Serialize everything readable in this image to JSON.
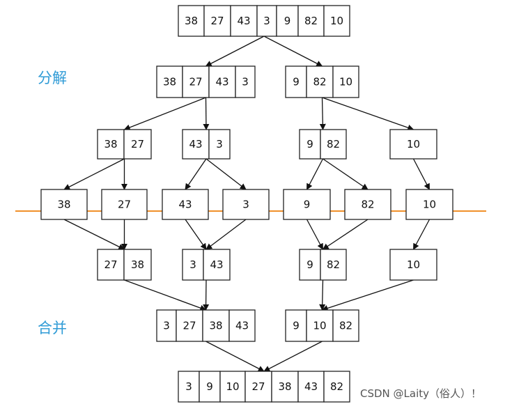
{
  "labels": {
    "split": "分解",
    "merge": "合并"
  },
  "watermark": "CSDN @Laity（俗人）！",
  "colors": {
    "divider": "#f0902a",
    "label": "#2f9bd6",
    "box_stroke": "#222222"
  },
  "nodes": [
    {
      "id": "r1",
      "values": [
        "38",
        "27",
        "43",
        "3",
        "9",
        "82",
        "10"
      ]
    },
    {
      "id": "s1a",
      "values": [
        "38",
        "27",
        "43",
        "3"
      ]
    },
    {
      "id": "s1b",
      "values": [
        "9",
        "82",
        "10"
      ]
    },
    {
      "id": "s2a",
      "values": [
        "38",
        "27"
      ]
    },
    {
      "id": "s2b",
      "values": [
        "43",
        "3"
      ]
    },
    {
      "id": "s2c",
      "values": [
        "9",
        "82"
      ]
    },
    {
      "id": "s2d",
      "values": [
        "10"
      ]
    },
    {
      "id": "l1",
      "values": [
        "38"
      ]
    },
    {
      "id": "l2",
      "values": [
        "27"
      ]
    },
    {
      "id": "l3",
      "values": [
        "43"
      ]
    },
    {
      "id": "l4",
      "values": [
        "3"
      ]
    },
    {
      "id": "l5",
      "values": [
        "9"
      ]
    },
    {
      "id": "l6",
      "values": [
        "82"
      ]
    },
    {
      "id": "l7",
      "values": [
        "10"
      ]
    },
    {
      "id": "m1a",
      "values": [
        "27",
        "38"
      ]
    },
    {
      "id": "m1b",
      "values": [
        "3",
        "43"
      ]
    },
    {
      "id": "m1c",
      "values": [
        "9",
        "82"
      ]
    },
    {
      "id": "m1d",
      "values": [
        "10"
      ]
    },
    {
      "id": "m2a",
      "values": [
        "3",
        "27",
        "38",
        "43"
      ]
    },
    {
      "id": "m2b",
      "values": [
        "9",
        "10",
        "82"
      ]
    },
    {
      "id": "root",
      "values": [
        "3",
        "9",
        "10",
        "27",
        "38",
        "43",
        "82"
      ]
    }
  ],
  "edges": [
    [
      "r1",
      "s1a"
    ],
    [
      "r1",
      "s1b"
    ],
    [
      "s1a",
      "s2a"
    ],
    [
      "s1a",
      "s2b"
    ],
    [
      "s1b",
      "s2c"
    ],
    [
      "s1b",
      "s2d"
    ],
    [
      "s2a",
      "l1"
    ],
    [
      "s2a",
      "l2"
    ],
    [
      "s2b",
      "l3"
    ],
    [
      "s2b",
      "l4"
    ],
    [
      "s2c",
      "l5"
    ],
    [
      "s2c",
      "l6"
    ],
    [
      "s2d",
      "l7"
    ],
    [
      "l1",
      "m1a"
    ],
    [
      "l2",
      "m1a"
    ],
    [
      "l3",
      "m1b"
    ],
    [
      "l4",
      "m1b"
    ],
    [
      "l5",
      "m1c"
    ],
    [
      "l6",
      "m1c"
    ],
    [
      "l7",
      "m1d"
    ],
    [
      "m1a",
      "m2a"
    ],
    [
      "m1b",
      "m2a"
    ],
    [
      "m1c",
      "m2b"
    ],
    [
      "m1d",
      "m2b"
    ],
    [
      "m2a",
      "root"
    ],
    [
      "m2b",
      "root"
    ]
  ]
}
